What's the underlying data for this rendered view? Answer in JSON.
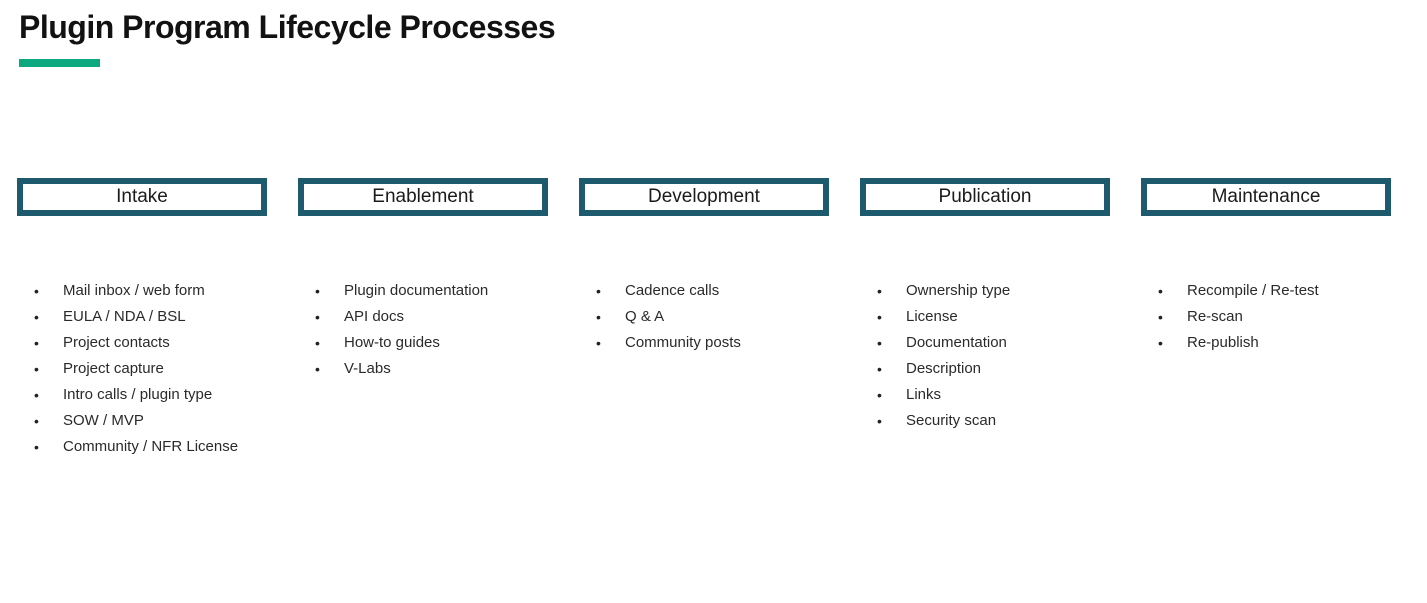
{
  "page": {
    "title": "Plugin Program Lifecycle Processes"
  },
  "colors": {
    "accent_green": "#0da87e",
    "box_border_teal": "#1e5a6d",
    "title_text": "#121212",
    "body_text": "#2a2a2a",
    "background": "#ffffff"
  },
  "bullet_char": "•",
  "columns": [
    {
      "header": "Intake",
      "items": [
        "Mail inbox / web form",
        "EULA / NDA / BSL",
        "Project contacts",
        "Project capture",
        "Intro calls / plugin type",
        "SOW / MVP",
        "Community / NFR License"
      ]
    },
    {
      "header": "Enablement",
      "items": [
        "Plugin documentation",
        "API docs",
        "How-to guides",
        "V-Labs"
      ]
    },
    {
      "header": "Development",
      "items": [
        "Cadence calls",
        "Q & A",
        "Community posts"
      ]
    },
    {
      "header": "Publication",
      "items": [
        "Ownership type",
        "License",
        "Documentation",
        "Description",
        "Links",
        "Security scan"
      ]
    },
    {
      "header": "Maintenance",
      "items": [
        "Recompile / Re-test",
        "Re-scan",
        "Re-publish"
      ]
    }
  ]
}
